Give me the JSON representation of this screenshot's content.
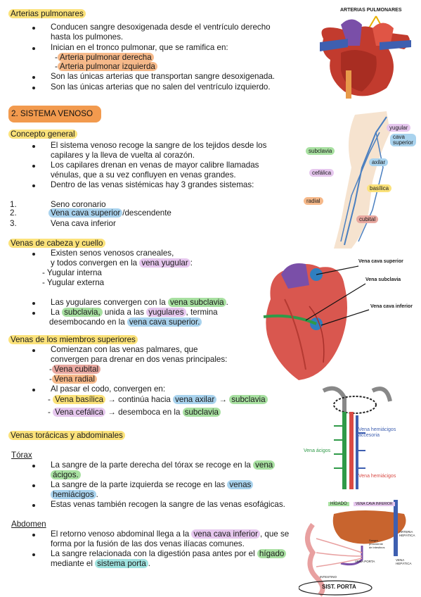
{
  "art_pulm": {
    "heading": "Arterias pulmonares",
    "b1_l1": "Conducen sangre desoxigenada desde el ventrículo derecho",
    "b1_l2": "hasta los pulmones.",
    "b2": "Inician en el tronco pulmonar, que se ramifica en:",
    "sub1_dash": "-",
    "sub1": "Arteria pulmonar derecha",
    "sub2_dash": "-",
    "sub2": "Arteria pulmonar izquierda",
    "b3": "Son las únicas arterias que transportan sangre desoxigenada.",
    "b4": "Son las únicas arterias que no salen del ventrículo izquierdo.",
    "fig_label": "ARTERIAS PULMONARES"
  },
  "venoso": {
    "section": "2. SISTEMA VENOSO",
    "concepto": "Concepto general",
    "c1_l1": "El sistema venoso recoge la sangre de los tejidos desde los",
    "c1_l2": "capilares y la lleva de vuelta al corazón.",
    "c2_l1": "Los capilares drenan en venas de mayor calibre llamadas",
    "c2_l2": "vénulas, que a su vez confluyen en venas grandes.",
    "c3": "Dentro de las venas sistémicas hay 3 grandes sistemas:",
    "n1": "1.",
    "n1_text": "Seno coronario",
    "n2": "2.",
    "n2_hl": "Vena cava superior",
    "n2_rest": "/descendente",
    "n3": "3.",
    "n3_text": "Vena cava inferior"
  },
  "arm_fig": {
    "yugular": "yugular",
    "cava_l1": "cava",
    "cava_l2": "superior",
    "subclavia": "subclavia",
    "axilar": "axilar",
    "cefalica": "cefálica",
    "basilica": "basílica",
    "radial": "radial",
    "cubital": "cubital"
  },
  "cabeza": {
    "heading": "Venas de cabeza y cuello",
    "b1_l1": "Existen senos venosos craneales,",
    "b1_l2_pre": "y todos convergen en la ",
    "b1_l2_hl": "vena yugular",
    "b1_l2_post": ":",
    "d1": "- Yugular interna",
    "d2": "- Yugular externa",
    "b2_pre": "Las yugulares convergen con la ",
    "b2_hl": "vena subclavia",
    "b2_post": ".",
    "b3_pre": "La ",
    "b3_hl1": "subclavia,",
    "b3_mid": " unida a las ",
    "b3_hl2": "yugulares",
    "b3_post": ", termina",
    "b3_l2_pre": "desembocando en la ",
    "b3_l2_hl": "vena cava superior."
  },
  "heart_fig": {
    "l1": "Vena cava superior",
    "l2": "Vena subclavia",
    "l3": "Vena cava inferior"
  },
  "miembros": {
    "heading": "Venas de los miembros superiores",
    "b1_l1": "Comienzan con las venas palmares, que",
    "b1_l2": "convergen para drenar en dos venas principales:",
    "s1_dash": "-",
    "s1": "Vena cubital",
    "s2_dash": "-",
    "s2": "Vena radial",
    "b2": "Al pasar el codo, convergen en:",
    "r1_dash": "-",
    "r1_hl1": "Vena basílica",
    "r1_arrow1": " → continúa hacia ",
    "r1_hl2": "vena axilar",
    "r1_arrow2": " → ",
    "r1_hl3": "subclavia",
    "r2_dash": "-",
    "r2_hl1": "Vena cefálica",
    "r2_mid": " → desemboca en la ",
    "r2_hl2": "subclavia"
  },
  "toracicas": {
    "heading": "Venas torácicas y abdominales",
    "torax": "Tórax",
    "t1_pre": "La sangre de la parte derecha del tórax se recoge en la ",
    "t1_hl": "vena",
    "t1_l2": "ácigos.",
    "t2_pre": "La sangre de la parte izquierda se recoge en las ",
    "t2_hl": "venas",
    "t2_l2": "hemiácigos",
    "t2_l2_post": ".",
    "t3": "Estas venas también recogen la sangre de las venas esofágicas.",
    "abdomen": "Abdomen",
    "a1_pre": "El retorno venoso abdominal llega a la ",
    "a1_hl": "vena cava inferior",
    "a1_post": ", que se",
    "a1_l2": "forma por la fusión de las dos venas ilíacas comunes.",
    "a2_pre": "La sangre relacionada con la digestión pasa antes por el ",
    "a2_hl": "hígado",
    "a2_l2_pre": "mediante el ",
    "a2_l2_hl": "sistema porta",
    "a2_l2_post": "."
  },
  "azygos_fig": {
    "hemi_l1": "Vena hemiácigos",
    "hemi_l2": "accesoria",
    "acigos": "Vena ácigos",
    "hemi": "Vena hemiácigos"
  },
  "porta_fig": {
    "higado": "HÍGADO",
    "vci": "VENA CAVA INFERIOR",
    "art_l1": "ARTERIA",
    "art_l2": "HEPÁTICA",
    "porta": "VENA PORTA",
    "vhep_l1": "VENA",
    "vhep_l2": "HEPÁTICA",
    "intestino": "INTESTINO",
    "sangre_l1": "Sangre",
    "sangre_l2": "procedente",
    "sangre_l3": "de intestinos",
    "caption": "SIST. PORTA"
  }
}
